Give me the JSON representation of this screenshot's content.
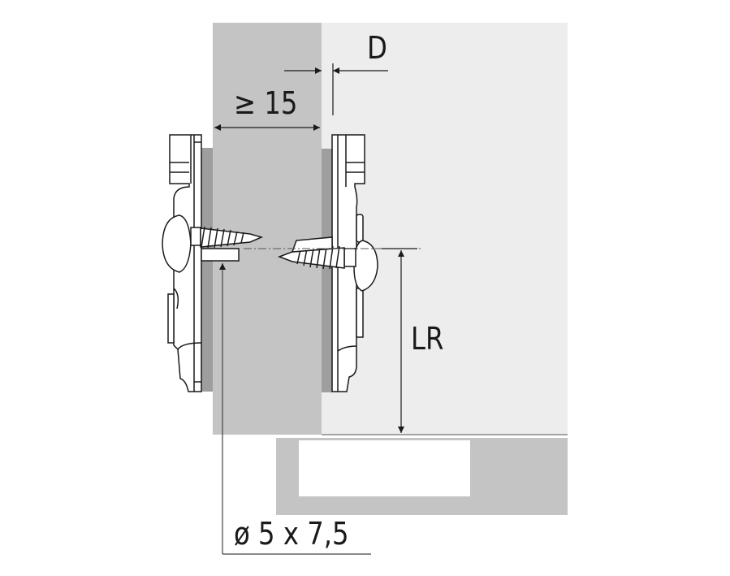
{
  "diagram": {
    "type": "technical-drawing",
    "subject": "mounting plate installation with screws on cabinet side panel",
    "colors": {
      "panel_dark": "#c4c4c4",
      "panel_light": "#ededed",
      "panel_shadow": "#9e9e9e",
      "outline": "#1a1a1a",
      "background": "#ffffff",
      "opening": "#ffffff"
    },
    "dimensions": {
      "d_label": "D",
      "min_distance_label": "≥ 15",
      "lr_label": "LR",
      "screw_label": "ø 5 x 7,5"
    }
  }
}
